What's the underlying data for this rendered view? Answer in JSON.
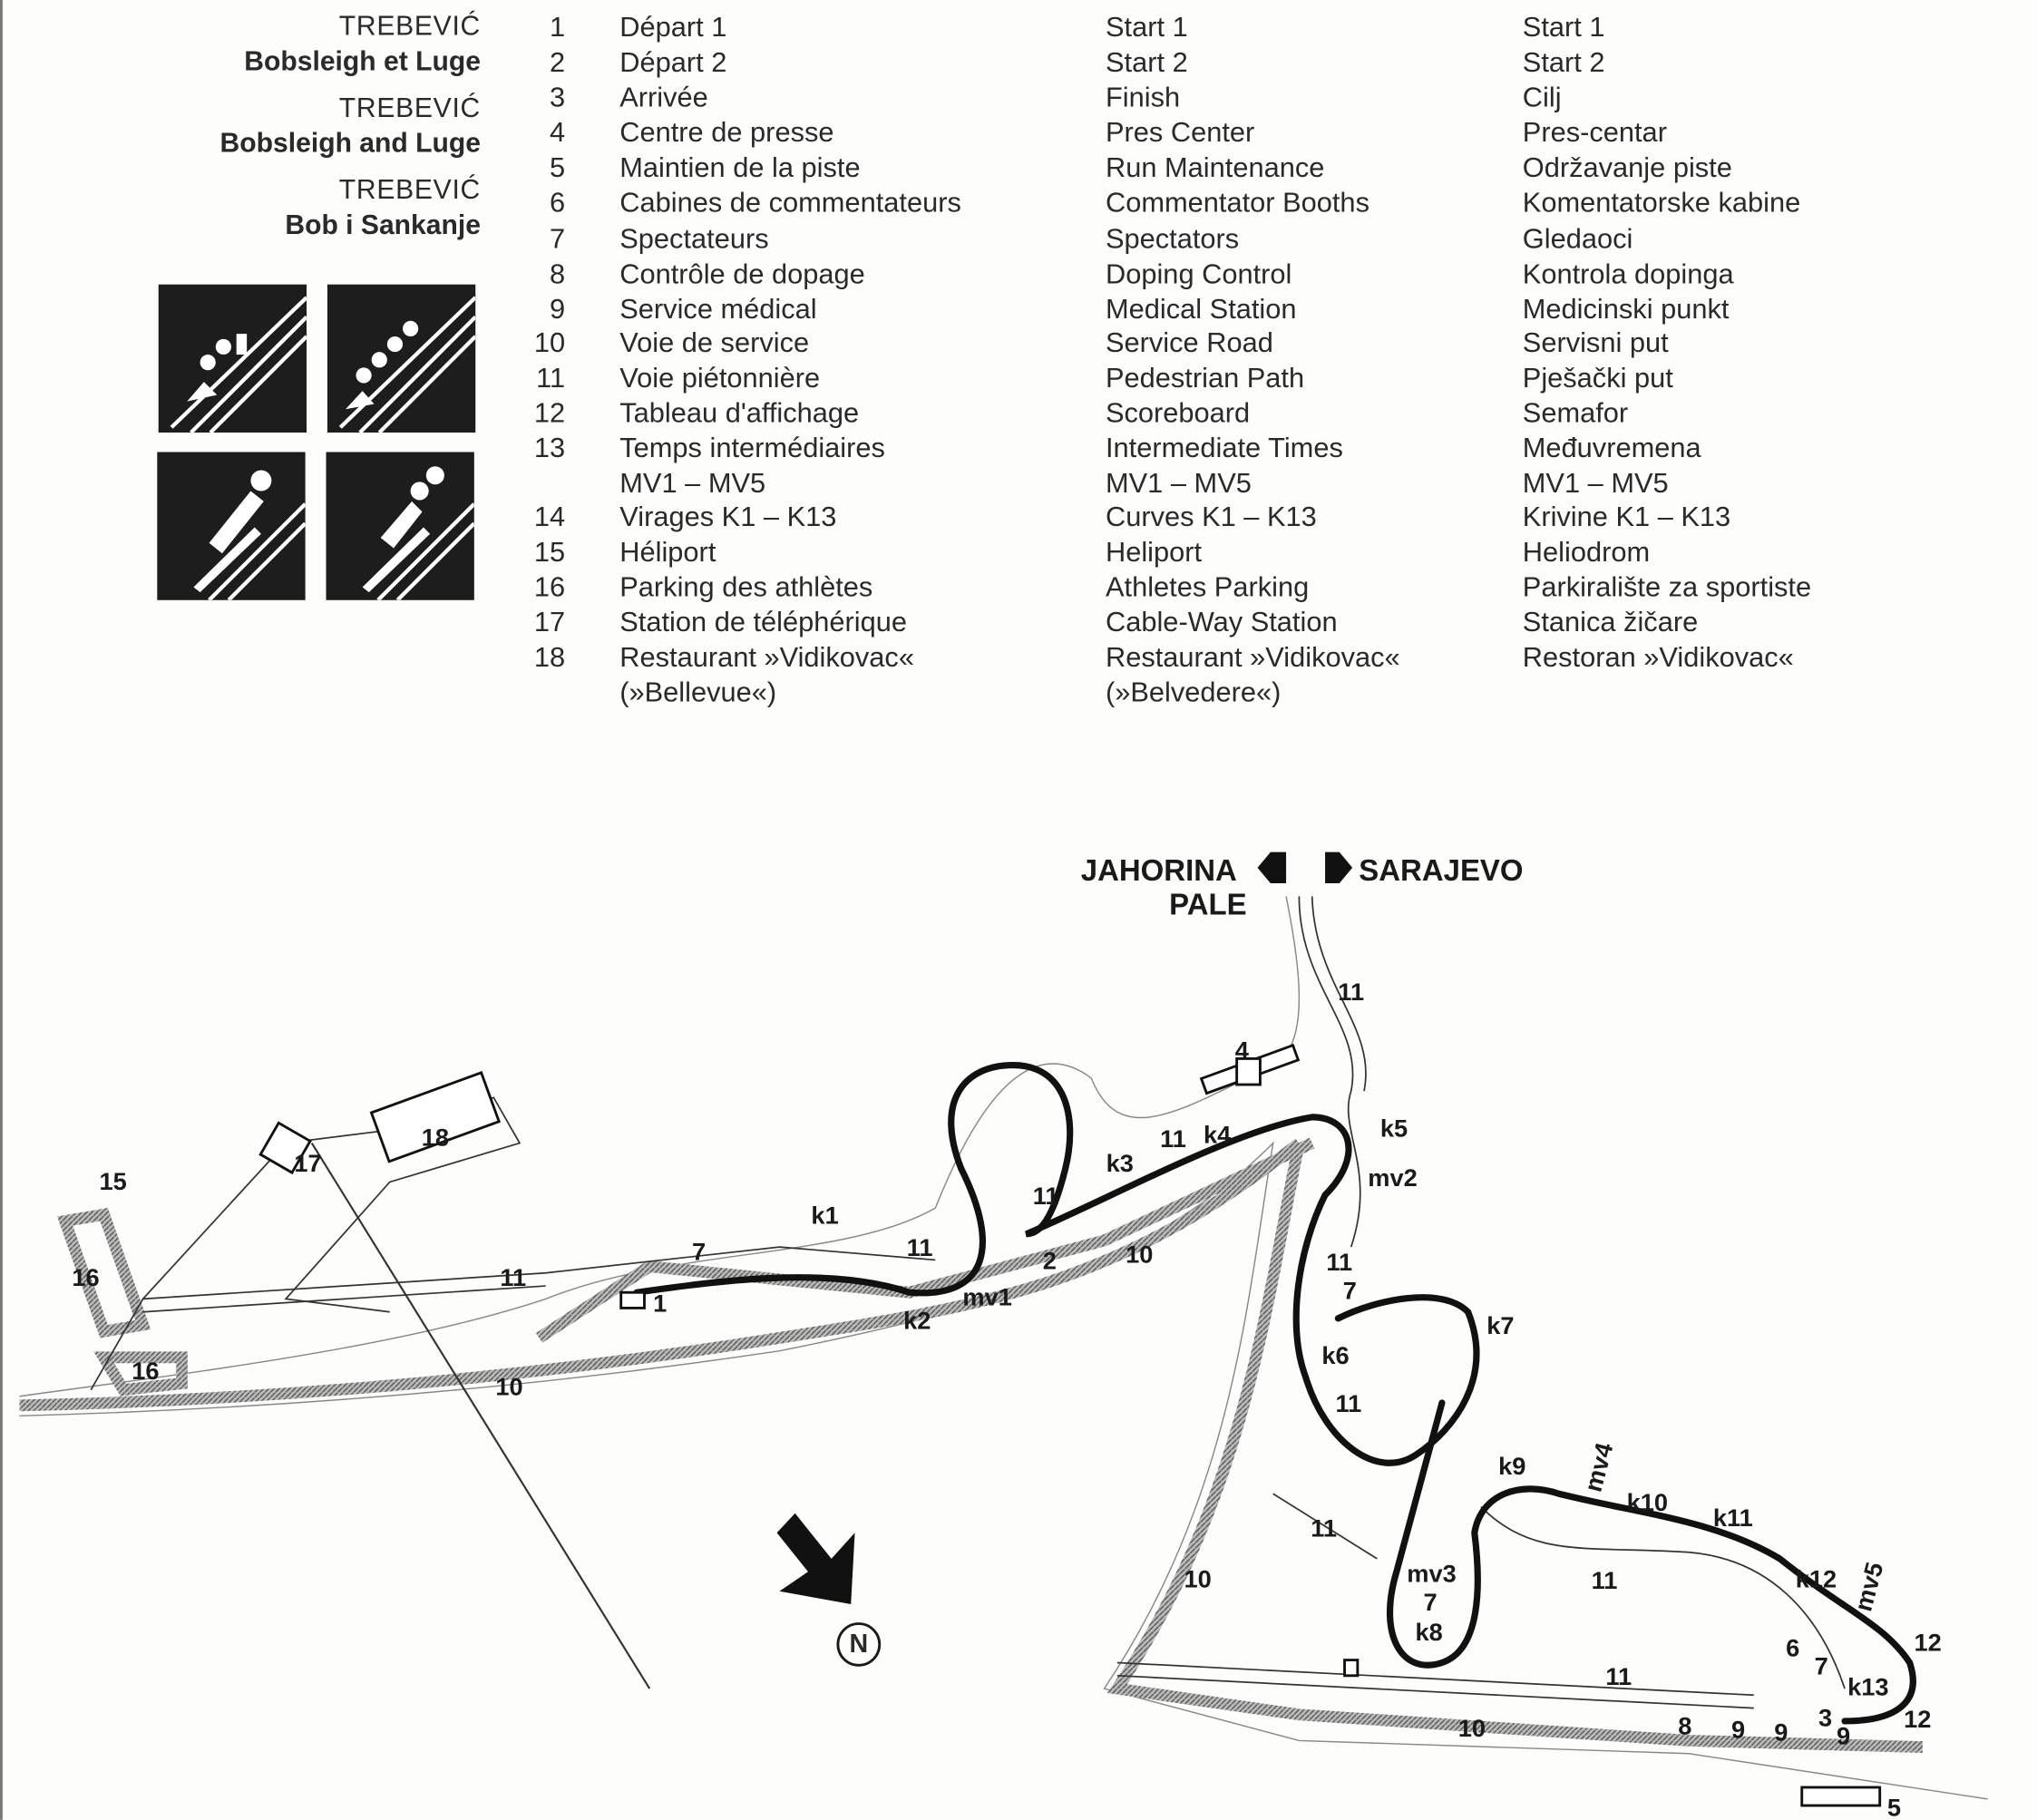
{
  "titles": [
    {
      "name": "TREBEVIĆ",
      "sub": "Bobsleigh et Luge"
    },
    {
      "name": "TREBEVIĆ",
      "sub": "Bobsleigh and Luge"
    },
    {
      "name": "TREBEVIĆ",
      "sub": "Bob i Sankanje"
    }
  ],
  "pictograms": [
    "four-man-bob-icon",
    "two-man-bob-icon",
    "single-luge-icon",
    "double-luge-icon"
  ],
  "legend": [
    {
      "num": "1",
      "fr": "Départ 1",
      "en": "Start 1",
      "hr": "Start 1"
    },
    {
      "num": "2",
      "fr": "Départ 2",
      "en": "Start 2",
      "hr": "Start 2"
    },
    {
      "num": "3",
      "fr": "Arrivée",
      "en": "Finish",
      "hr": "Cilj"
    },
    {
      "num": "4",
      "fr": "Centre de presse",
      "en": "Pres Center",
      "hr": "Pres-centar"
    },
    {
      "num": "5",
      "fr": "Maintien de la piste",
      "en": "Run Maintenance",
      "hr": "Održavanje piste"
    },
    {
      "num": "6",
      "fr": "Cabines de commentateurs",
      "en": "Commentator Booths",
      "hr": "Komentatorske kabine"
    },
    {
      "num": "7",
      "fr": "Spectateurs",
      "en": "Spectators",
      "hr": "Gledaoci"
    },
    {
      "num": "8",
      "fr": "Contrôle de dopage",
      "en": "Doping Control",
      "hr": "Kontrola dopinga"
    },
    {
      "num": "9",
      "fr": "Service médical",
      "en": "Medical Station",
      "hr": "Medicinski punkt"
    },
    {
      "num": "10",
      "fr": "Voie de service",
      "en": "Service Road",
      "hr": "Servisni put"
    },
    {
      "num": "11",
      "fr": "Voie piétonnière",
      "en": "Pedestrian Path",
      "hr": "Pješački put"
    },
    {
      "num": "12",
      "fr": "Tableau d'affichage",
      "en": "Scoreboard",
      "hr": "Semafor"
    },
    {
      "num": "13",
      "fr": "Temps intermédiaires",
      "en": "Intermediate Times",
      "hr": "Međuvremena"
    },
    {
      "num": "",
      "fr": "MV1 – MV5",
      "en": "MV1 – MV5",
      "hr": "MV1 – MV5"
    },
    {
      "num": "14",
      "fr": "Virages K1 – K13",
      "en": "Curves K1 – K13",
      "hr": "Krivine K1 – K13"
    },
    {
      "num": "15",
      "fr": "Héliport",
      "en": "Heliport",
      "hr": "Heliodrom"
    },
    {
      "num": "16",
      "fr": "Parking des athlètes",
      "en": "Athletes Parking",
      "hr": "Parkiralište za sportiste"
    },
    {
      "num": "17",
      "fr": "Station de téléphérique",
      "en": "Cable-Way Station",
      "hr": "Stanica žičare"
    },
    {
      "num": "18",
      "fr": "Restaurant »Vidikovac«",
      "en": "Restaurant »Vidikovac«",
      "hr": "Restoran »Vidikovac«"
    },
    {
      "num": "",
      "fr": "(»Bellevue«)",
      "en": "(»Belvedere«)",
      "hr": ""
    }
  ],
  "map": {
    "directions": {
      "left": "JAHORINA",
      "left2": "PALE",
      "right": "SARAJEVO"
    },
    "north": "N",
    "labels": [
      "15",
      "16",
      "16",
      "17",
      "18",
      "11",
      "1",
      "7",
      "k1",
      "11",
      "k2",
      "mv1",
      "11",
      "2",
      "10",
      "k3",
      "11",
      "k4",
      "4",
      "11",
      "k5",
      "mv2",
      "11",
      "7",
      "k6",
      "k7",
      "11",
      "10",
      "k9",
      "mv4",
      "k10",
      "k11",
      "11",
      "10",
      "mv3",
      "7",
      "k8",
      "11",
      "k12",
      "mv5",
      "12",
      "6",
      "7",
      "k13",
      "11",
      "12",
      "10",
      "8",
      "9",
      "9",
      "9",
      "3",
      "5"
    ]
  }
}
